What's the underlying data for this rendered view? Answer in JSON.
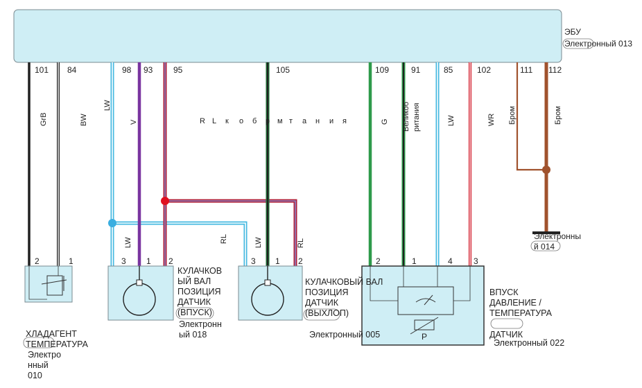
{
  "ecu": {
    "title": "ЭБУ",
    "connector": "Электронный 013"
  },
  "ecu_pins": [
    "101",
    "84",
    "98",
    "93",
    "95",
    "105",
    "109",
    "91",
    "85",
    "102",
    "111",
    "112"
  ],
  "wire_labels": {
    "w101": "GrB",
    "w84": "BW",
    "w98": "LW",
    "w93": "V",
    "w95_chars": [
      "R",
      "L",
      "к",
      "о",
      "б",
      "р",
      "м",
      "т",
      "а",
      "н",
      "и",
      "я"
    ],
    "w109": "G",
    "w91_a": "Великоб",
    "w91_b": "ритания",
    "w85": "LW",
    "w102": "WR",
    "w111": "Бром",
    "w112": "Бром",
    "drop98": "LW",
    "drop95": "RL",
    "drop105": "LW",
    "drop95b": "RL"
  },
  "ground": {
    "line1": "Электронны",
    "line2": "й 014"
  },
  "coolant": {
    "pins": [
      "2",
      "1"
    ],
    "name_lines": [
      "ХЛАДАГЕНТ",
      "ТЕМПЕРАТУРА"
    ],
    "conn_lines": [
      "Электро",
      "нный",
      "010"
    ]
  },
  "cam_intake": {
    "pins": [
      "3",
      "1",
      "2"
    ],
    "name_lines": [
      "КУЛАЧКОВ",
      "ЫЙ ВАЛ",
      "ПОЗИЦИЯ",
      "ДАТЧИК",
      "(ВПУСК)"
    ],
    "conn_lines": [
      "Электронн",
      "ый 018"
    ]
  },
  "cam_exhaust": {
    "pins": [
      "3",
      "1",
      "2"
    ],
    "name_lines": [
      "КУЛАЧКОВЫЙ ВАЛ",
      "ПОЗИЦИЯ",
      "ДАТЧИК",
      "(ВЫХЛОП)"
    ],
    "conn": "Электронный 005"
  },
  "map_sensor": {
    "pins": [
      "2",
      "1",
      "4",
      "3"
    ],
    "p_label": "P",
    "name_lines": [
      "ВПУСК",
      "ДАВЛЕНИЕ /",
      "ТЕМПЕРАТУРА",
      "ДАТЧИК"
    ],
    "conn": "Электронный 022"
  },
  "colors": {
    "ecu_fill": "#cfeef5",
    "sensor_fill": "#cfeef5",
    "black": "#222222",
    "light_blue": "#44b8e0",
    "violet": "#7a35a0",
    "red": "#d01020",
    "green": "#2e9a4a",
    "brown": "#a0522d",
    "junction_blue": "#3aaee0",
    "junction_red": "#e01020",
    "junction_brown": "#a0522d"
  }
}
